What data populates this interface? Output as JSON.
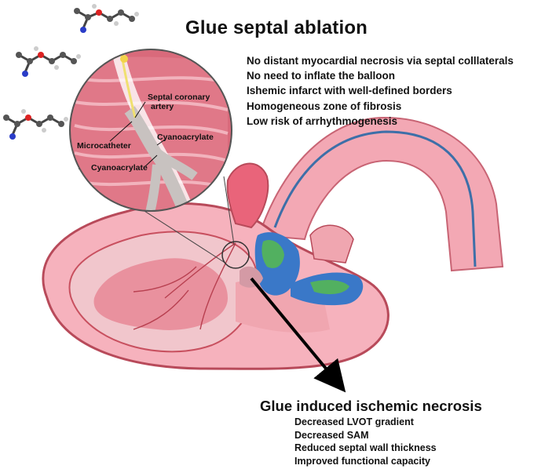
{
  "title": "Glue septal ablation",
  "benefits": [
    "No distant myocardial necrosis via septal colllaterals",
    "No need to inflate the balloon",
    "Ishemic infarct with well-defined borders",
    "Homogeneous zone of fibrosis",
    "Low risk of arrhythmogenesis"
  ],
  "inset_labels": {
    "septal_artery_line1": "Septal coronary",
    "septal_artery_line2": "artery",
    "microcatheter": "Microcatheter",
    "cyanoacrylate_right": "Cyanoacrylate",
    "cyanoacrylate_left": "Cyanoacrylate"
  },
  "outcome_title": "Glue induced ischemic necrosis",
  "outcomes": [
    "Decreased LVOT gradient",
    "Decreased SAM",
    "Reduced septal wall thickness",
    "Improved functional capacity"
  ],
  "colors": {
    "myocardium": "#f2a0ac",
    "myocardium_dark": "#c8505f",
    "aorta_line": "#3d6fa8",
    "glue": "#c8c2c0",
    "necrosis_blue": "#3a78c8",
    "necrosis_green": "#52b060",
    "arrow": "#000000"
  }
}
